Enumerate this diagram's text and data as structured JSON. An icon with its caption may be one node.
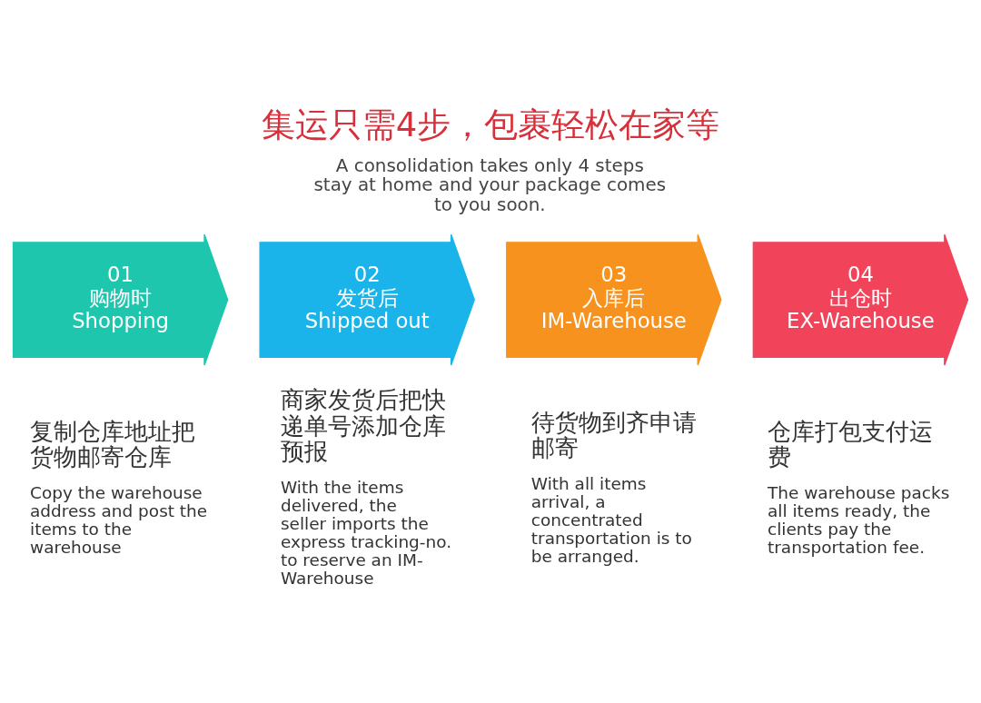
{
  "diagram": {
    "title": "集运只需4步，包裹轻松在家等",
    "nodes": [
      {
        "text": [
          "01",
          "购物时",
          "Shopping"
        ],
        "beside": [
          "复制仓库地址把货物邮寄仓库",
          "Copy the warehouse address and post the items to the warehouse"
        ]
      },
      {
        "text": [
          "02",
          "发货后",
          "Shipped out"
        ],
        "beside": [
          "商家发货后把快递单号添加仓库预报",
          "With the items delivered, the seller imports the express tracking-no. to reserve an IM-Warehouse"
        ]
      },
      {
        "text": [
          "03",
          "入库后",
          "IM-Warehouse"
        ],
        "beside": [
          "待货物到齐申请邮寄",
          "With all items arrival, a concentrated transportation is to be arranged."
        ]
      },
      {
        "text": [
          "04",
          "出仓时",
          "EX-Warehouse"
        ],
        "beside": [
          "仓库打包支付运费",
          "The warehouse packs all items ready, the clients pay the transportation fee."
        ]
      }
    ],
    "labels": [
      "A consolidation takes only 4 steps stay at home and your package comes to you soon."
    ]
  }
}
